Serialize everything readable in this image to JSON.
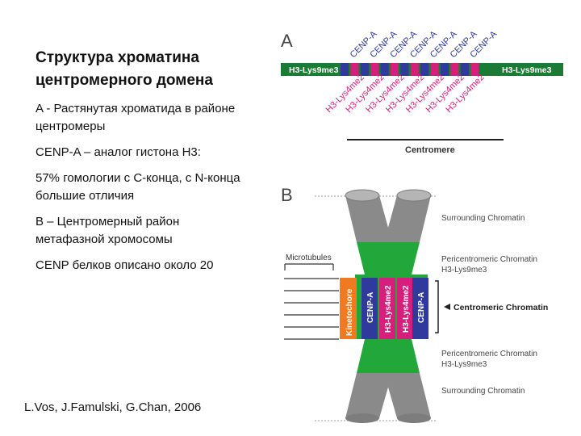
{
  "slide": {
    "title_line1": "Структура хроматина",
    "title_line2": "центромерного домена",
    "p1_line1": "A - Растянутая хроматида в районе",
    "p1_line2": "центромеры",
    "p2": "CENP-A – аналог гистона H3:",
    "p3_line1": "57% гомологии с С-конца, с N-конца",
    "p3_line2": "большие отличия",
    "p4_line1": "B – Центромерный район",
    "p4_line2": "метафазной хромосомы",
    "p5": "CENP белков описано около 20",
    "citation": "L.Vos, J.Famulski, G.Chan, 2006"
  },
  "figure_a": {
    "panel_label": "A",
    "left_label": "H3-Lys9me3",
    "right_label": "H3-Lys9me3",
    "cenp_label": "CENP-A",
    "h3k4_label": "H3-Lys4me2",
    "centromere_label": "Centromere",
    "colors": {
      "bar": "#1b7a34",
      "cenp": "#2f3a9c",
      "h3k4": "#d61f7d"
    }
  },
  "figure_b": {
    "panel_label": "B",
    "microtubules_label": "Microtubules",
    "kinetochore_label": "Kinetochore",
    "cenp_a_label": "CENP-A",
    "h3k4_label": "H3-Lys4me2",
    "surrounding_top": "Surrounding Chromatin",
    "pericentromeric_top_1": "Pericentromeric Chromatin",
    "pericentromeric_top_2": "H3-Lys9me3",
    "centromeric": "Centromeric Chromatin",
    "pericentromeric_bottom_1": "Pericentromeric Chromatin",
    "pericentromeric_bottom_2": "H3-Lys9me3",
    "surrounding_bottom": "Surrounding Chromatin",
    "colors": {
      "chromatin": "#22a83a",
      "cylinder": "#8a8a8a",
      "kinetochore": "#f07a22",
      "cenp": "#2f3a9c",
      "h3k4": "#d61f7d"
    }
  }
}
